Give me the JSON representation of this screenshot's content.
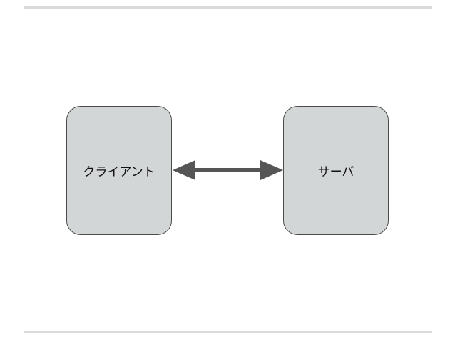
{
  "diagram": {
    "nodes": [
      {
        "id": "client",
        "label": "クライアント"
      },
      {
        "id": "server",
        "label": "サーバ"
      }
    ],
    "edges": [
      {
        "from": "client",
        "to": "server",
        "direction": "bidirectional",
        "color": "#555555"
      }
    ],
    "colors": {
      "node_fill": "#d3d6d7",
      "node_border": "#4a4a4a",
      "rule": "#d9d9d9"
    }
  }
}
